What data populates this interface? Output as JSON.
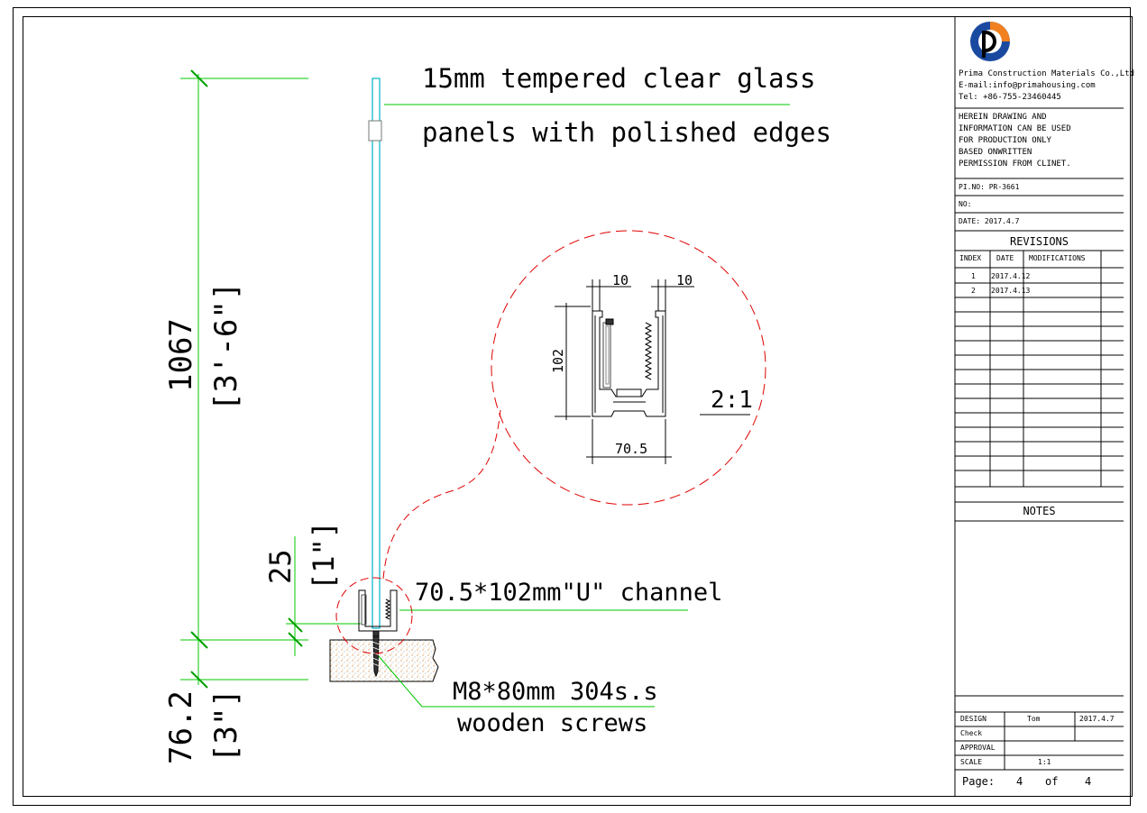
{
  "drawing": {
    "glass_callout_line1": "15mm tempered clear glass",
    "glass_callout_line2": "panels with polished edges",
    "channel_callout": "70.5*102mm\"U\" channel",
    "screw_callout_line1": "M8*80mm 304s.s",
    "screw_callout_line2": "wooden screws",
    "dim_height_mm": "1067",
    "dim_height_imperial": "[3'-6\"]",
    "dim_embed_mm": "25",
    "dim_embed_imperial": "[1\"]",
    "dim_base_mm": "76.2",
    "dim_base_imperial": "[3\"]",
    "detail": {
      "dim_left_gap": "10",
      "dim_right_gap": "10",
      "dim_height": "102",
      "dim_width": "70.5",
      "scale": "2:1"
    },
    "colors": {
      "dimension": "#00c800",
      "glass": "#00b4c8",
      "detail_circle": "#e00000"
    }
  },
  "title_block": {
    "company": "Prima Construction Materials Co.,Ltd",
    "email": "E-mail:info@primahousing.com",
    "tel": "Tel: +86-755-23460445",
    "disclaimer": [
      "HEREIN DRAWING AND",
      "INFORMATION CAN BE USED",
      "FOR PRODUCTION ONLY",
      "BASED ONWRITTEN",
      "PERMISSION FROM CLINET."
    ],
    "pi_no": "PI.NO: PR-3661",
    "no": "NO:",
    "date": "DATE: 2017.4.7",
    "revisions_title": "REVISIONS",
    "revisions_headers": [
      "INDEX",
      "DATE",
      "MODIFICATIONS"
    ],
    "revisions": [
      {
        "index": "1",
        "date": "2017.4.12",
        "mod": ""
      },
      {
        "index": "2",
        "date": "2017.4.13",
        "mod": ""
      }
    ],
    "notes_title": "NOTES",
    "design_label": "DESIGN",
    "design_name": "Tom",
    "design_date": "2017.4.7",
    "check_label": "Check",
    "approval_label": "APPROVAL",
    "scale_label": "SCALE",
    "scale_value": "1:1",
    "page_label": "Page:",
    "page_current": "4",
    "page_of": "of",
    "page_total": "4"
  }
}
